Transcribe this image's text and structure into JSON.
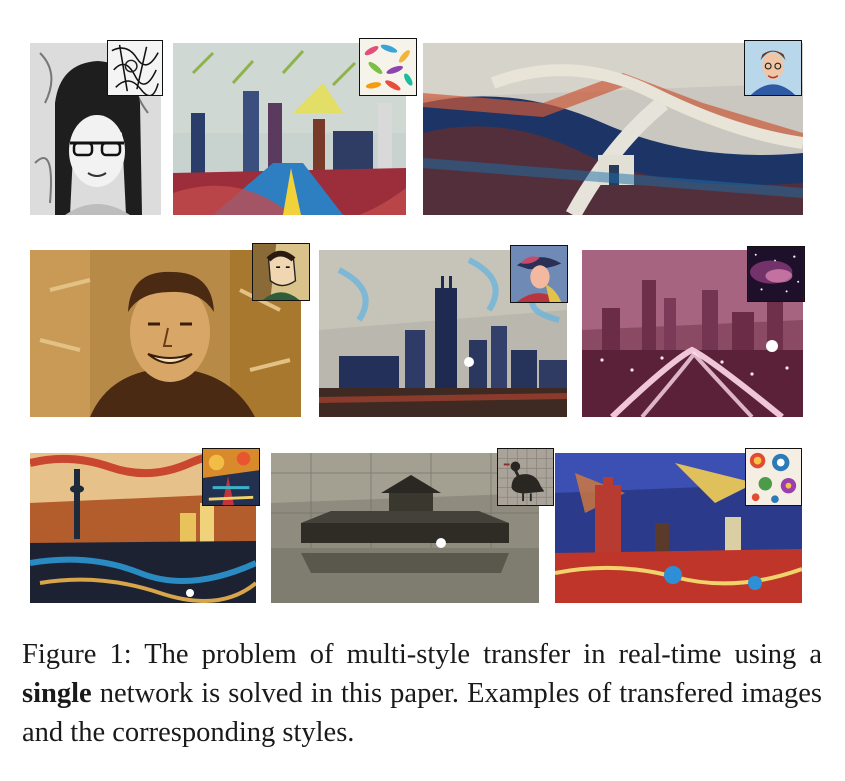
{
  "caption": {
    "label": "Figure 1:",
    "text_before_bold": "The problem of multi-style transfer in real-time using a",
    "bold_word": "single",
    "text_after_bold": "network is solved in this paper. Examples of transfered images and the corresponding styles."
  }
}
